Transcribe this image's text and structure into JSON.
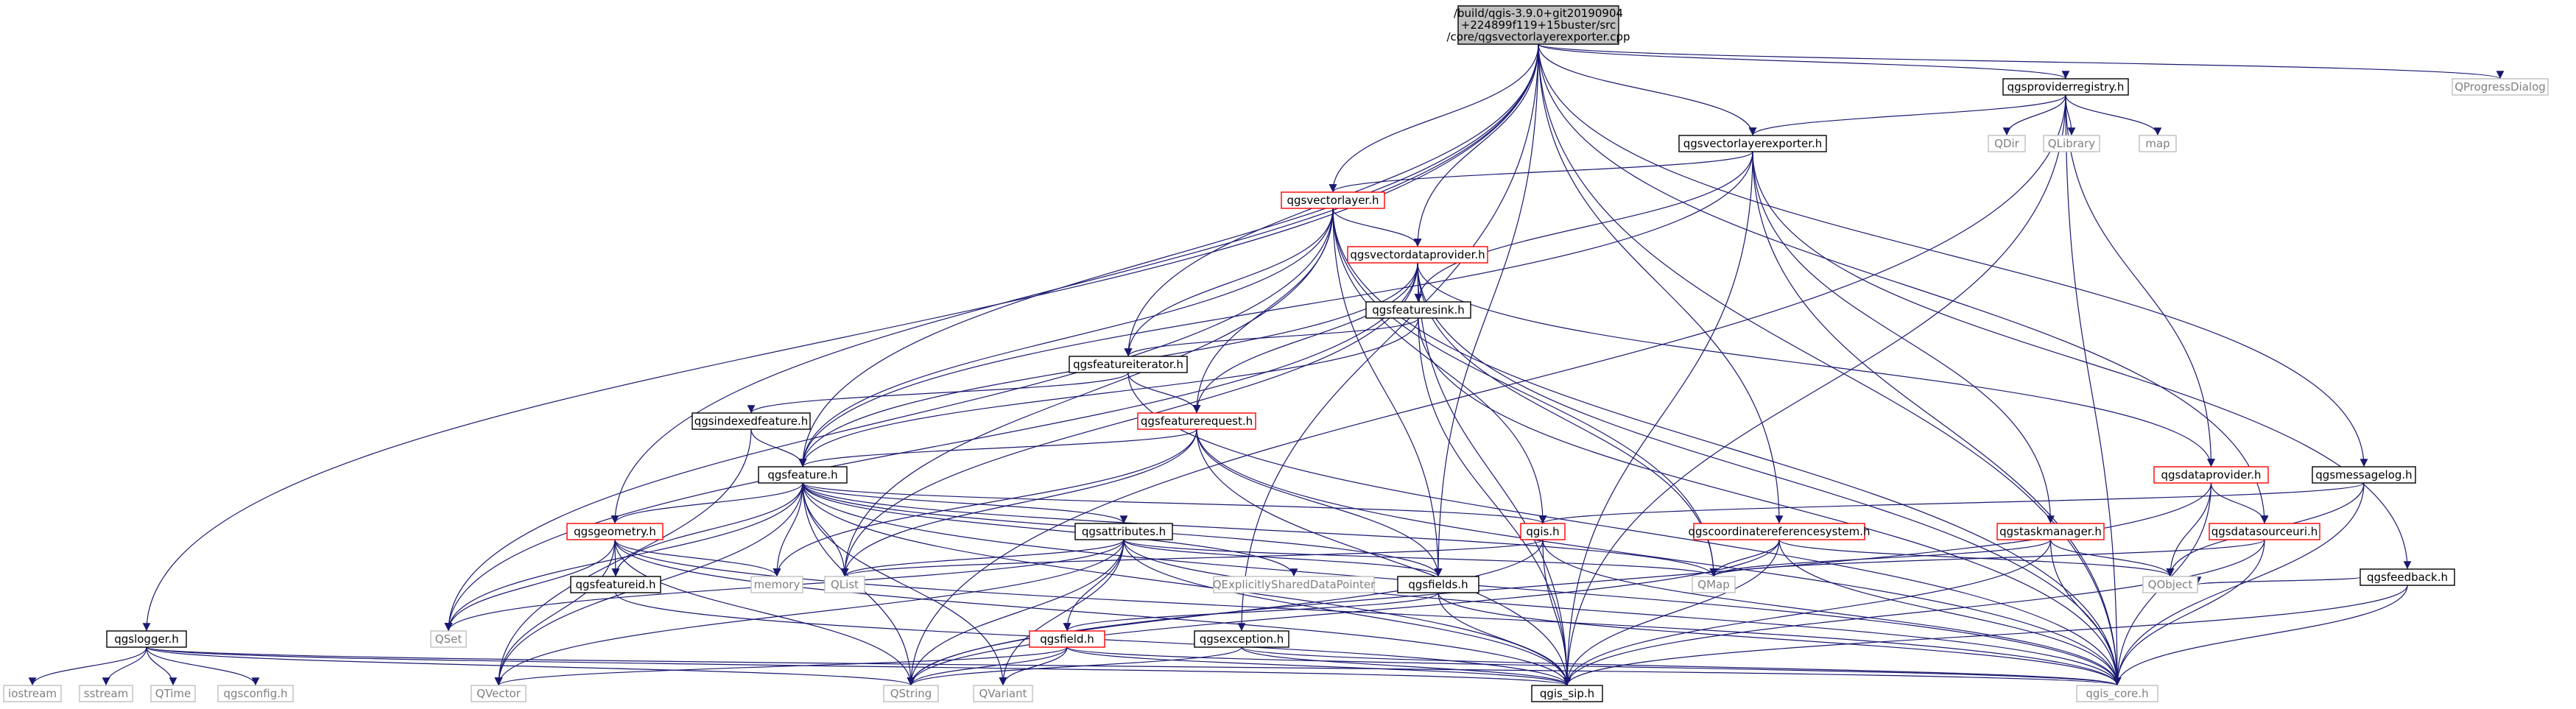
{
  "diagram": {
    "title_node": "root",
    "colors": {
      "edge": "#191970",
      "edge_dark": "#191970",
      "node_border_black": "#000000",
      "node_border_red": "#ff0000",
      "node_border_gray": "#bfbfbf",
      "root_fill": "#bfbfbf",
      "node_fill": "#ffffff",
      "text": "#000000",
      "gray_text": "#808080"
    },
    "nodes": {
      "root": {
        "label_lines": [
          "/build/qgis-3.9.0+git20190904",
          "+224899f119+15buster/src",
          "/core/qgsvectorlayerexporter.cpp"
        ],
        "style": "root"
      },
      "qgsproviderregistry": {
        "label_lines": [
          "qgsproviderregistry.h"
        ],
        "style": "black"
      },
      "QProgressDialog": {
        "label_lines": [
          "QProgressDialog"
        ],
        "style": "gray"
      },
      "qgsvectorlayerexporter": {
        "label_lines": [
          "qgsvectorlayerexporter.h"
        ],
        "style": "black"
      },
      "QDir": {
        "label_lines": [
          "QDir"
        ],
        "style": "gray"
      },
      "QLibrary": {
        "label_lines": [
          "QLibrary"
        ],
        "style": "gray"
      },
      "map": {
        "label_lines": [
          "map"
        ],
        "style": "gray"
      },
      "qgsvectorlayer": {
        "label_lines": [
          "qgsvectorlayer.h"
        ],
        "style": "red"
      },
      "qgsvectordataprovider": {
        "label_lines": [
          "qgsvectordataprovider.h"
        ],
        "style": "red"
      },
      "qgsfeaturesink": {
        "label_lines": [
          "qgsfeaturesink.h"
        ],
        "style": "black"
      },
      "qgsfeatureiterator": {
        "label_lines": [
          "qgsfeatureiterator.h"
        ],
        "style": "black"
      },
      "qgsindexedfeature": {
        "label_lines": [
          "qgsindexedfeature.h"
        ],
        "style": "black"
      },
      "qgsfeaturerequest": {
        "label_lines": [
          "qgsfeaturerequest.h"
        ],
        "style": "red"
      },
      "qgsfeature": {
        "label_lines": [
          "qgsfeature.h"
        ],
        "style": "black"
      },
      "qgsdataprovider": {
        "label_lines": [
          "qgsdataprovider.h"
        ],
        "style": "red"
      },
      "qgsmessagelog": {
        "label_lines": [
          "qgsmessagelog.h"
        ],
        "style": "black"
      },
      "qgsgeometry": {
        "label_lines": [
          "qgsgeometry.h"
        ],
        "style": "red"
      },
      "qgsattributes": {
        "label_lines": [
          "qgsattributes.h"
        ],
        "style": "black"
      },
      "qgis": {
        "label_lines": [
          "qgis.h"
        ],
        "style": "red"
      },
      "qgscoordinatereferencesystem": {
        "label_lines": [
          "qgscoordinatereferencesystem.h"
        ],
        "style": "red"
      },
      "qgstaskmanager": {
        "label_lines": [
          "qgstaskmanager.h"
        ],
        "style": "red"
      },
      "qgsdatasourceuri": {
        "label_lines": [
          "qgsdatasourceuri.h"
        ],
        "style": "red"
      },
      "qgsfeedback": {
        "label_lines": [
          "qgsfeedback.h"
        ],
        "style": "black"
      },
      "memory": {
        "label_lines": [
          "memory"
        ],
        "style": "gray"
      },
      "QList": {
        "label_lines": [
          "QList"
        ],
        "style": "gray"
      },
      "QExplicitlySharedDataPointer": {
        "label_lines": [
          "QExplicitlySharedDataPointer"
        ],
        "style": "gray"
      },
      "qgsfields": {
        "label_lines": [
          "qgsfields.h"
        ],
        "style": "black"
      },
      "QMap": {
        "label_lines": [
          "QMap"
        ],
        "style": "gray"
      },
      "QObject": {
        "label_lines": [
          "QObject"
        ],
        "style": "gray"
      },
      "qgsfeatureid": {
        "label_lines": [
          "qgsfeatureid.h"
        ],
        "style": "black"
      },
      "QSet": {
        "label_lines": [
          "QSet"
        ],
        "style": "gray"
      },
      "qgsexception": {
        "label_lines": [
          "qgsexception.h"
        ],
        "style": "black"
      },
      "qgsfield": {
        "label_lines": [
          "qgsfield.h"
        ],
        "style": "red"
      },
      "qgslogger": {
        "label_lines": [
          "qgslogger.h"
        ],
        "style": "black"
      },
      "iostream": {
        "label_lines": [
          "iostream"
        ],
        "style": "gray"
      },
      "sstream": {
        "label_lines": [
          "sstream"
        ],
        "style": "gray"
      },
      "QTime": {
        "label_lines": [
          "QTime"
        ],
        "style": "gray"
      },
      "qgsconfig": {
        "label_lines": [
          "qgsconfig.h"
        ],
        "style": "gray"
      },
      "QVector": {
        "label_lines": [
          "QVector"
        ],
        "style": "gray"
      },
      "QString": {
        "label_lines": [
          "QString"
        ],
        "style": "gray"
      },
      "QVariant": {
        "label_lines": [
          "QVariant"
        ],
        "style": "gray"
      },
      "qgis_sip": {
        "label_lines": [
          "qgis_sip.h"
        ],
        "style": "black"
      },
      "qgis_core": {
        "label_lines": [
          "qgis_core.h"
        ],
        "style": "gray"
      }
    },
    "edges": [
      [
        "root",
        "qgsproviderregistry"
      ],
      [
        "root",
        "QProgressDialog"
      ],
      [
        "root",
        "qgsvectorlayerexporter"
      ],
      [
        "root",
        "qgsvectorlayer"
      ],
      [
        "root",
        "qgsvectordataprovider"
      ],
      [
        "root",
        "qgsfeatureiterator"
      ],
      [
        "root",
        "qgsfeature"
      ],
      [
        "root",
        "qgsgeometry"
      ],
      [
        "root",
        "qgslogger"
      ],
      [
        "root",
        "qgsfields"
      ],
      [
        "root",
        "qgscoordinatereferencesystem"
      ],
      [
        "root",
        "qgsdatasourceuri"
      ],
      [
        "root",
        "qgsmessagelog"
      ],
      [
        "root",
        "qgsexception"
      ],
      [
        "root",
        "qgis_core"
      ],
      [
        "qgsproviderregistry",
        "qgsvectorlayerexporter"
      ],
      [
        "qgsproviderregistry",
        "QDir"
      ],
      [
        "qgsproviderregistry",
        "QLibrary"
      ],
      [
        "qgsproviderregistry",
        "map"
      ],
      [
        "qgsproviderregistry",
        "qgsdataprovider"
      ],
      [
        "qgsproviderregistry",
        "qgis_core"
      ],
      [
        "qgsproviderregistry",
        "qgis_sip"
      ],
      [
        "qgsproviderregistry",
        "QString"
      ],
      [
        "qgsvectorlayerexporter",
        "qgsvectorlayer"
      ],
      [
        "qgsvectorlayerexporter",
        "qgsfeaturesink"
      ],
      [
        "qgsvectorlayerexporter",
        "qgsfeature"
      ],
      [
        "qgsvectorlayerexporter",
        "qgstaskmanager"
      ],
      [
        "qgsvectorlayerexporter",
        "qgsfeedback"
      ],
      [
        "qgsvectorlayerexporter",
        "qgis_core"
      ],
      [
        "qgsvectorlayerexporter",
        "qgis_sip"
      ],
      [
        "qgsvectorlayer",
        "qgsvectordataprovider"
      ],
      [
        "qgsvectorlayer",
        "qgsfeatureiterator"
      ],
      [
        "qgsvectorlayer",
        "qgsfeaturerequest"
      ],
      [
        "qgsvectorlayer",
        "qgsfeature"
      ],
      [
        "qgsvectorlayer",
        "qgis"
      ],
      [
        "qgsvectorlayer",
        "qgsfields"
      ],
      [
        "qgsvectorlayer",
        "QMap"
      ],
      [
        "qgsvectorlayer",
        "QSet"
      ],
      [
        "qgsvectorlayer",
        "QList"
      ],
      [
        "qgsvectorlayer",
        "qgis_core"
      ],
      [
        "qgsvectordataprovider",
        "qgsfeaturesink"
      ],
      [
        "qgsvectordataprovider",
        "qgsfeaturerequest"
      ],
      [
        "qgsvectordataprovider",
        "qgsfeature"
      ],
      [
        "qgsvectordataprovider",
        "qgsdataprovider"
      ],
      [
        "qgsvectordataprovider",
        "QMap"
      ],
      [
        "qgsvectordataprovider",
        "QSet"
      ],
      [
        "qgsvectordataprovider",
        "QList"
      ],
      [
        "qgsvectordataprovider",
        "qgis_sip"
      ],
      [
        "qgsvectordataprovider",
        "qgis_core"
      ],
      [
        "qgsfeaturesink",
        "qgsfeatureiterator"
      ],
      [
        "qgsfeaturesink",
        "qgsfeature"
      ],
      [
        "qgsfeaturesink",
        "qgis_core"
      ],
      [
        "qgsfeaturesink",
        "qgis_sip"
      ],
      [
        "qgsfeatureiterator",
        "qgsfeaturerequest"
      ],
      [
        "qgsfeatureiterator",
        "qgsindexedfeature"
      ],
      [
        "qgsfeatureiterator",
        "qgis_core"
      ],
      [
        "qgsindexedfeature",
        "qgsfeature"
      ],
      [
        "qgsindexedfeature",
        "QVector"
      ],
      [
        "qgsfeaturerequest",
        "qgsfeature"
      ],
      [
        "qgsfeaturerequest",
        "memory"
      ],
      [
        "qgsfeaturerequest",
        "QList"
      ],
      [
        "qgsfeaturerequest",
        "qgsfields"
      ],
      [
        "qgsfeaturerequest",
        "qgis_core"
      ],
      [
        "qgsfeaturerequest",
        "qgis_sip"
      ],
      [
        "qgsfeature",
        "qgsgeometry"
      ],
      [
        "qgsfeature",
        "qgsattributes"
      ],
      [
        "qgsfeature",
        "qgsfeatureid"
      ],
      [
        "qgsfeature",
        "qgsfields"
      ],
      [
        "qgsfeature",
        "memory"
      ],
      [
        "qgsfeature",
        "QList"
      ],
      [
        "qgsfeature",
        "QExplicitlySharedDataPointer"
      ],
      [
        "qgsfeature",
        "QMap"
      ],
      [
        "qgsfeature",
        "QSet"
      ],
      [
        "qgsfeature",
        "QVector"
      ],
      [
        "qgsfeature",
        "QString"
      ],
      [
        "qgsfeature",
        "QVariant"
      ],
      [
        "qgsfeature",
        "qgis_core"
      ],
      [
        "qgsfeature",
        "qgis_sip"
      ],
      [
        "qgsfeature",
        "qgis"
      ],
      [
        "qgsdataprovider",
        "qgsdatasourceuri"
      ],
      [
        "qgsdataprovider",
        "QObject"
      ],
      [
        "qgsdataprovider",
        "QString"
      ],
      [
        "qgsdataprovider",
        "qgis_core"
      ],
      [
        "qgsmessagelog",
        "qgis"
      ],
      [
        "qgsmessagelog",
        "QObject"
      ],
      [
        "qgsmessagelog",
        "qgis_core"
      ],
      [
        "qgsgeometry",
        "qgsfeatureid"
      ],
      [
        "qgsgeometry",
        "memory"
      ],
      [
        "qgsgeometry",
        "QSet"
      ],
      [
        "qgsgeometry",
        "QVector"
      ],
      [
        "qgsgeometry",
        "QString"
      ],
      [
        "qgsgeometry",
        "qgis_core"
      ],
      [
        "qgsgeometry",
        "qgis_sip"
      ],
      [
        "qgsattributes",
        "qgsfields"
      ],
      [
        "qgsattributes",
        "qgsfield"
      ],
      [
        "qgsattributes",
        "QList"
      ],
      [
        "qgsattributes",
        "QMap"
      ],
      [
        "qgsattributes",
        "QSet"
      ],
      [
        "qgsattributes",
        "QVector"
      ],
      [
        "qgsattributes",
        "QString"
      ],
      [
        "qgsattributes",
        "QVariant"
      ],
      [
        "qgsattributes",
        "qgis_core"
      ],
      [
        "qgsattributes",
        "qgis_sip"
      ],
      [
        "qgis",
        "QList"
      ],
      [
        "qgis",
        "qgis_sip"
      ],
      [
        "qgis",
        "qgis_core"
      ],
      [
        "qgis",
        "QString"
      ],
      [
        "qgscoordinatereferencesystem",
        "QMap"
      ],
      [
        "qgscoordinatereferencesystem",
        "QString"
      ],
      [
        "qgscoordinatereferencesystem",
        "qgis_core"
      ],
      [
        "qgscoordinatereferencesystem",
        "qgis_sip"
      ],
      [
        "qgscoordinatereferencesystem",
        "QObject"
      ],
      [
        "qgstaskmanager",
        "QObject"
      ],
      [
        "qgstaskmanager",
        "QMap"
      ],
      [
        "qgstaskmanager",
        "qgis_core"
      ],
      [
        "qgstaskmanager",
        "qgis_sip"
      ],
      [
        "qgsdatasourceuri",
        "QMap"
      ],
      [
        "qgsdatasourceuri",
        "qgis_core"
      ],
      [
        "qgsdatasourceuri",
        "qgis_sip"
      ],
      [
        "qgsfeedback",
        "QObject"
      ],
      [
        "qgsfeedback",
        "qgis_core"
      ],
      [
        "qgsfeedback",
        "qgis_sip"
      ],
      [
        "qgsfields",
        "qgsfield"
      ],
      [
        "qgsfields",
        "qgis_core"
      ],
      [
        "qgsfields",
        "qgis_sip"
      ],
      [
        "qgsfeatureid",
        "qgis_sip"
      ],
      [
        "qgsexception",
        "QString"
      ],
      [
        "qgsexception",
        "qgis_core"
      ],
      [
        "qgsexception",
        "qgis_sip"
      ],
      [
        "qgsfield",
        "QString"
      ],
      [
        "qgsfield",
        "QVariant"
      ],
      [
        "qgsfield",
        "QVector"
      ],
      [
        "qgsfield",
        "qgis_core"
      ],
      [
        "qgsfield",
        "qgis_sip"
      ],
      [
        "qgslogger",
        "iostream"
      ],
      [
        "qgslogger",
        "sstream"
      ],
      [
        "qgslogger",
        "QTime"
      ],
      [
        "qgslogger",
        "qgsconfig"
      ],
      [
        "qgslogger",
        "QString"
      ],
      [
        "qgslogger",
        "qgis_core"
      ],
      [
        "qgslogger",
        "qgis_sip"
      ]
    ]
  }
}
